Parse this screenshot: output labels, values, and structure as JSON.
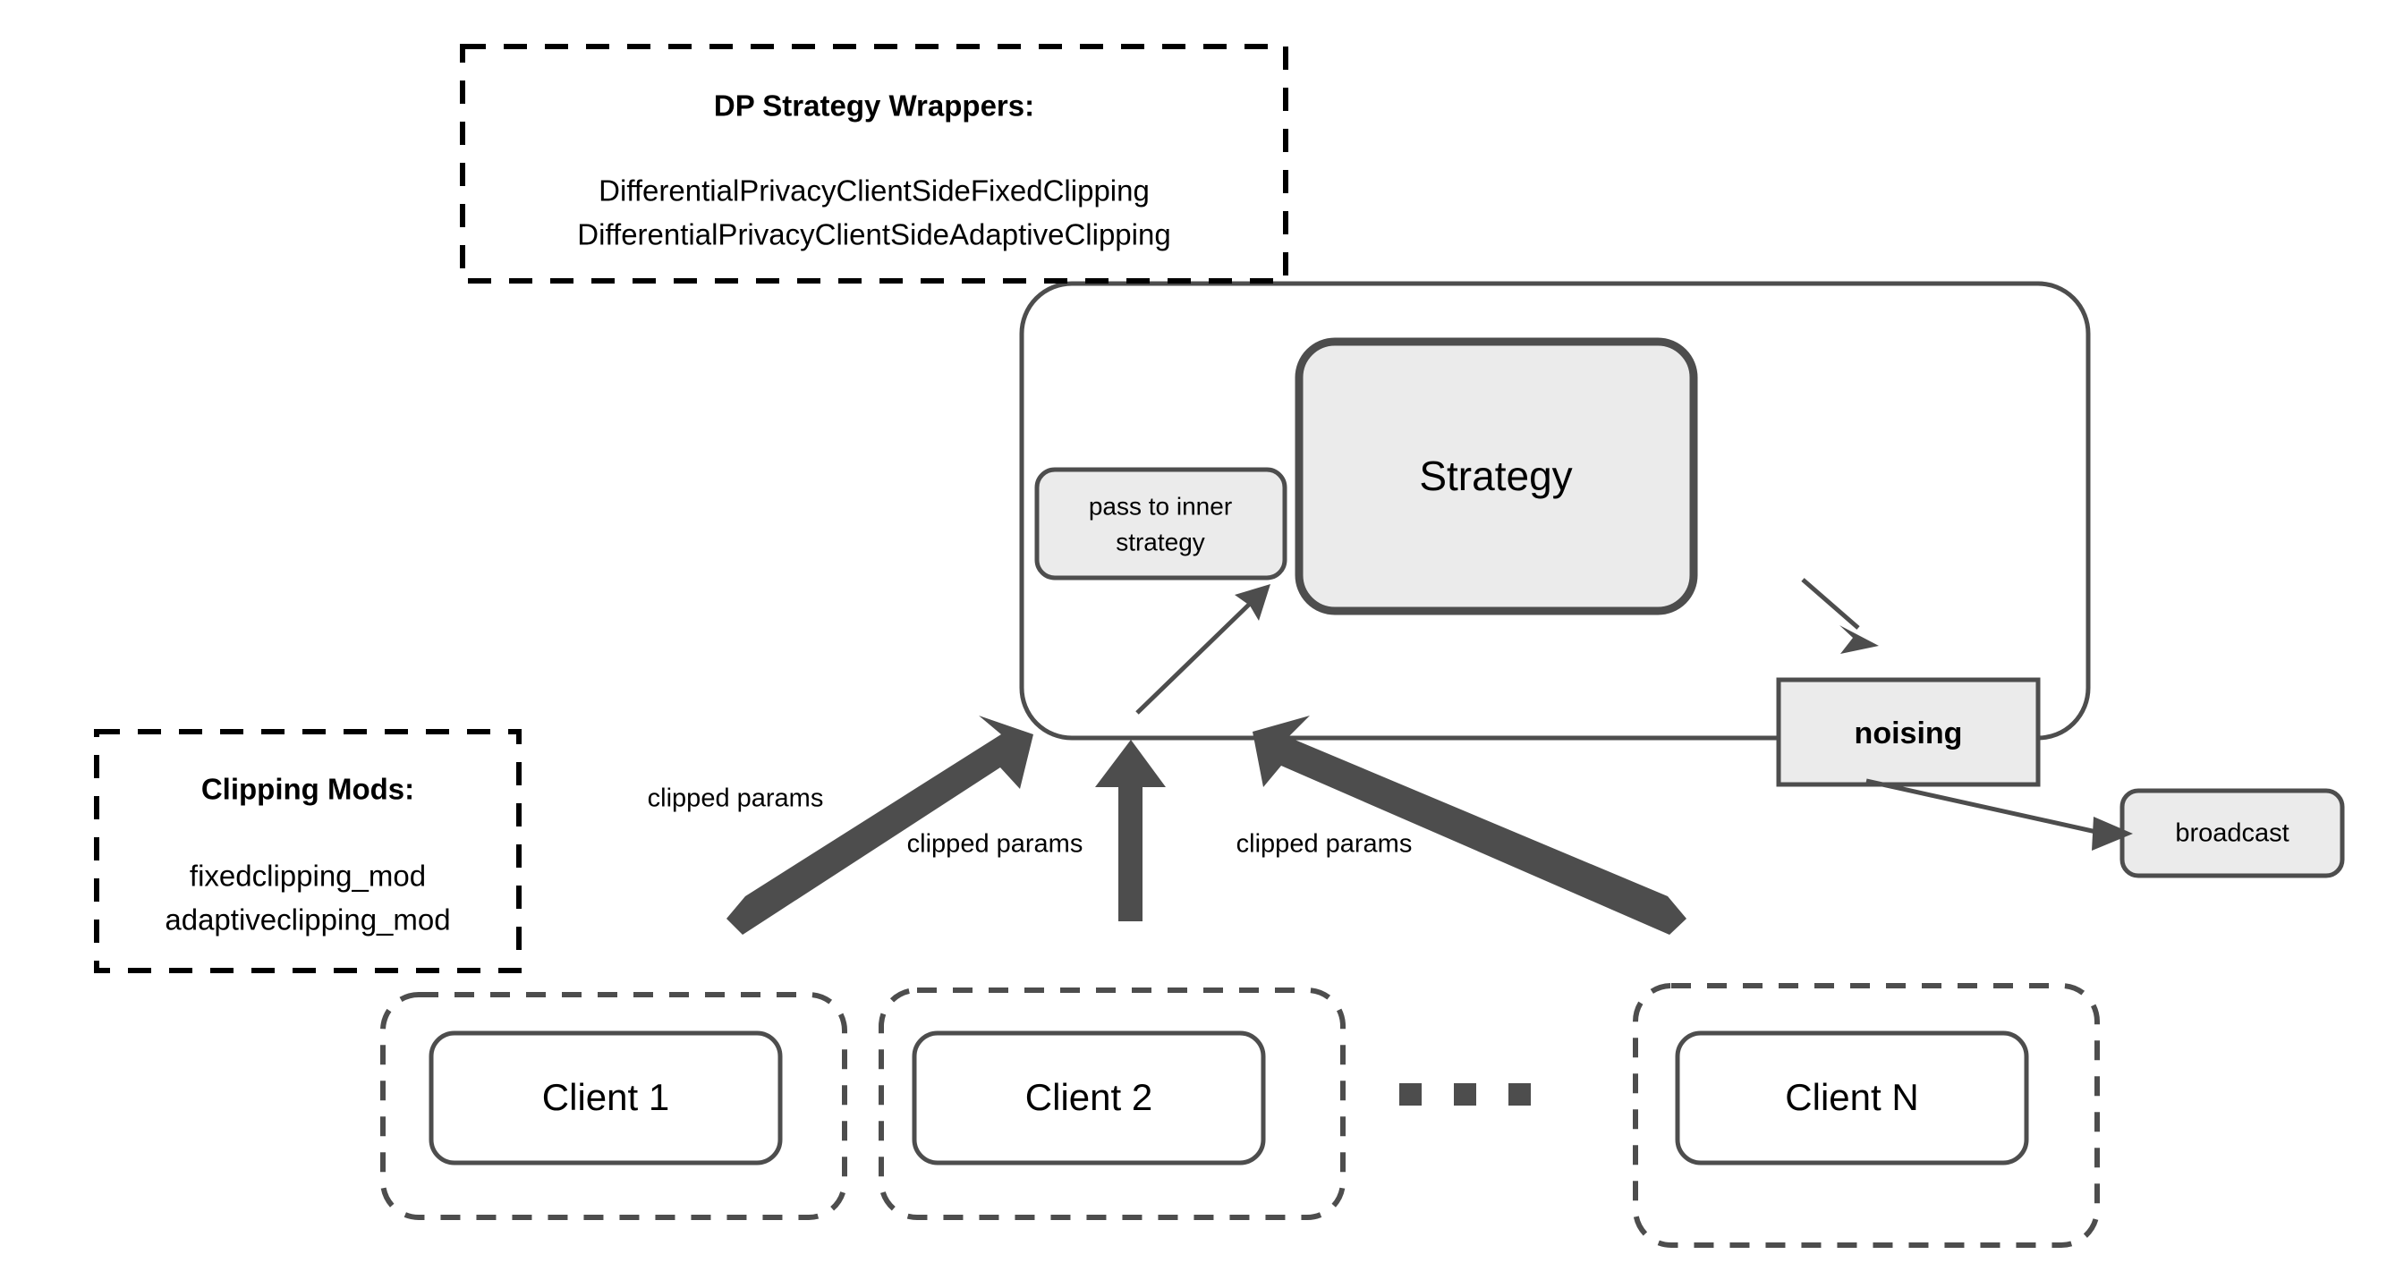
{
  "colors": {
    "stroke_dark": "#4d4d4d",
    "stroke_black": "#000000",
    "fill_gray": "#ebebeb",
    "fill_white": "#ffffff",
    "background": "#ffffff"
  },
  "annotations": {
    "dp_wrappers": {
      "title": "DP Strategy Wrappers:",
      "lines": [
        "DifferentialPrivacyClientSideFixedClipping",
        "DifferentialPrivacyClientSideAdaptiveClipping"
      ]
    },
    "clipping_mods": {
      "title": "Clipping Mods:",
      "lines": [
        "fixedclipping_mod",
        "adaptiveclipping_mod"
      ]
    }
  },
  "server": {
    "pass_to_inner": "pass to inner\nstrategy",
    "pass_to_inner_line1": "pass to inner",
    "pass_to_inner_line2": "strategy",
    "strategy": "Strategy",
    "noising": "noising",
    "broadcast": "broadcast"
  },
  "clients": [
    {
      "label": "Client 1"
    },
    {
      "label": "Client 2"
    },
    {
      "label": "Client N"
    }
  ],
  "ellipsis": "■ ■ ■",
  "edges": [
    {
      "label": "clipped params",
      "from": "Client 1",
      "to": "server"
    },
    {
      "label": "clipped params",
      "from": "Client 2",
      "to": "server"
    },
    {
      "label": "clipped params",
      "from": "Client N",
      "to": "server"
    }
  ]
}
